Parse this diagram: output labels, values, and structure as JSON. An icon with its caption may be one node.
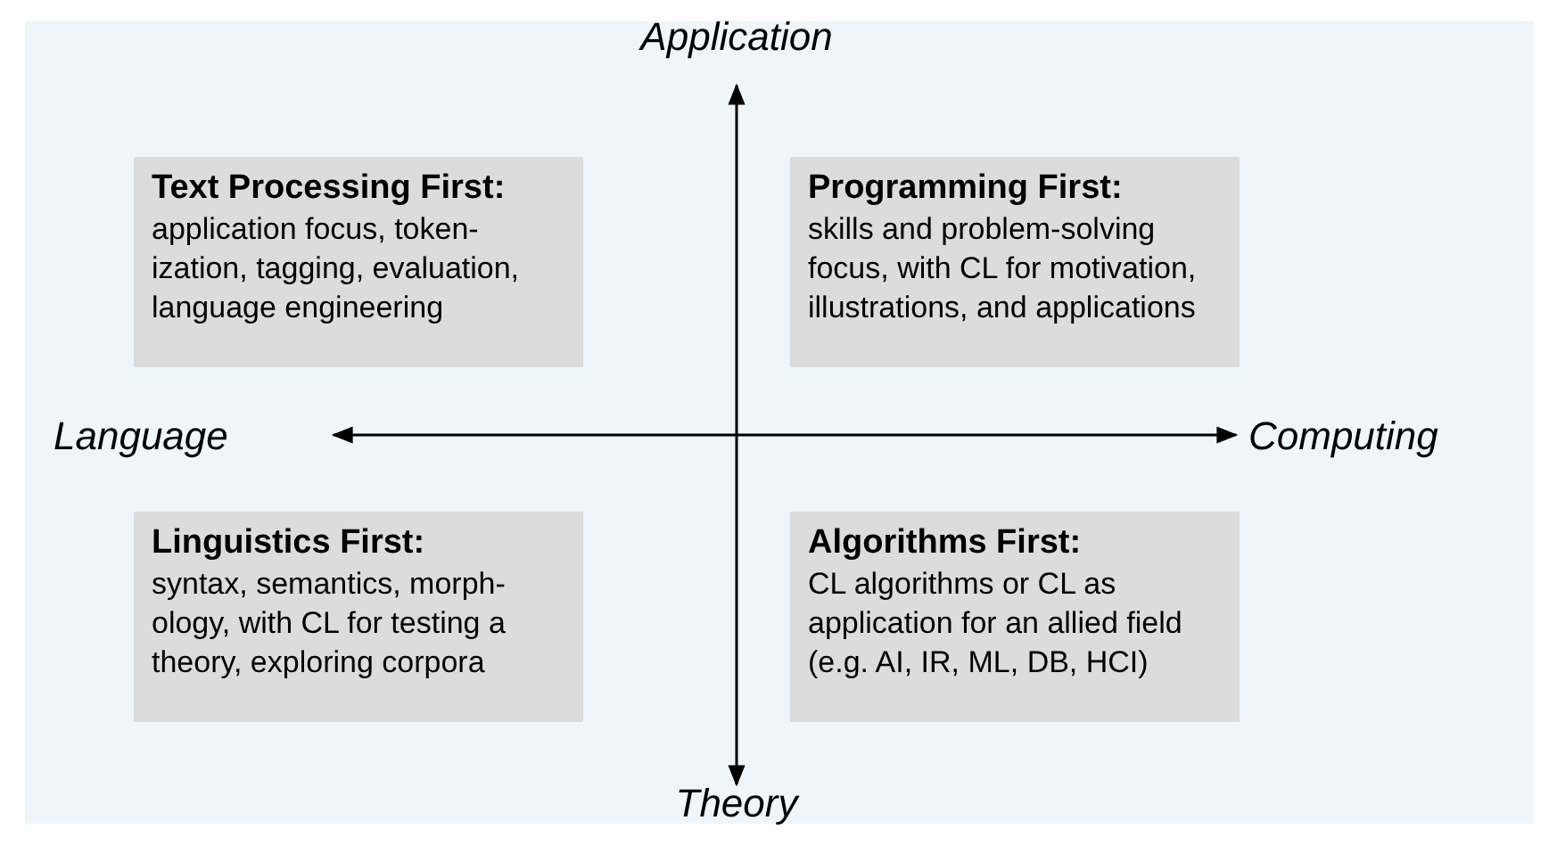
{
  "diagram": {
    "nodes": [
      {
        "text": [
          "Text Processing First:",
          "application focus, token-ization, tagging, evaluation, language engineering"
        ]
      },
      {
        "text": [
          "Programming First:",
          "skills and problem-solving focus, with CL for motivation, illustrations, and applications"
        ]
      },
      {
        "text": [
          "Linguistics First:",
          "syntax, semantics, morph-ology, with CL for testing a theory, exploring corpora"
        ]
      },
      {
        "text": [
          "Algorithms First:",
          "CL algorithms or CL as application for an allied field (e.g. AI, IR, ML, DB, HCI)"
        ]
      }
    ],
    "edges": [],
    "labels": [
      "Application",
      "Language",
      "Computing",
      "Theory"
    ]
  }
}
